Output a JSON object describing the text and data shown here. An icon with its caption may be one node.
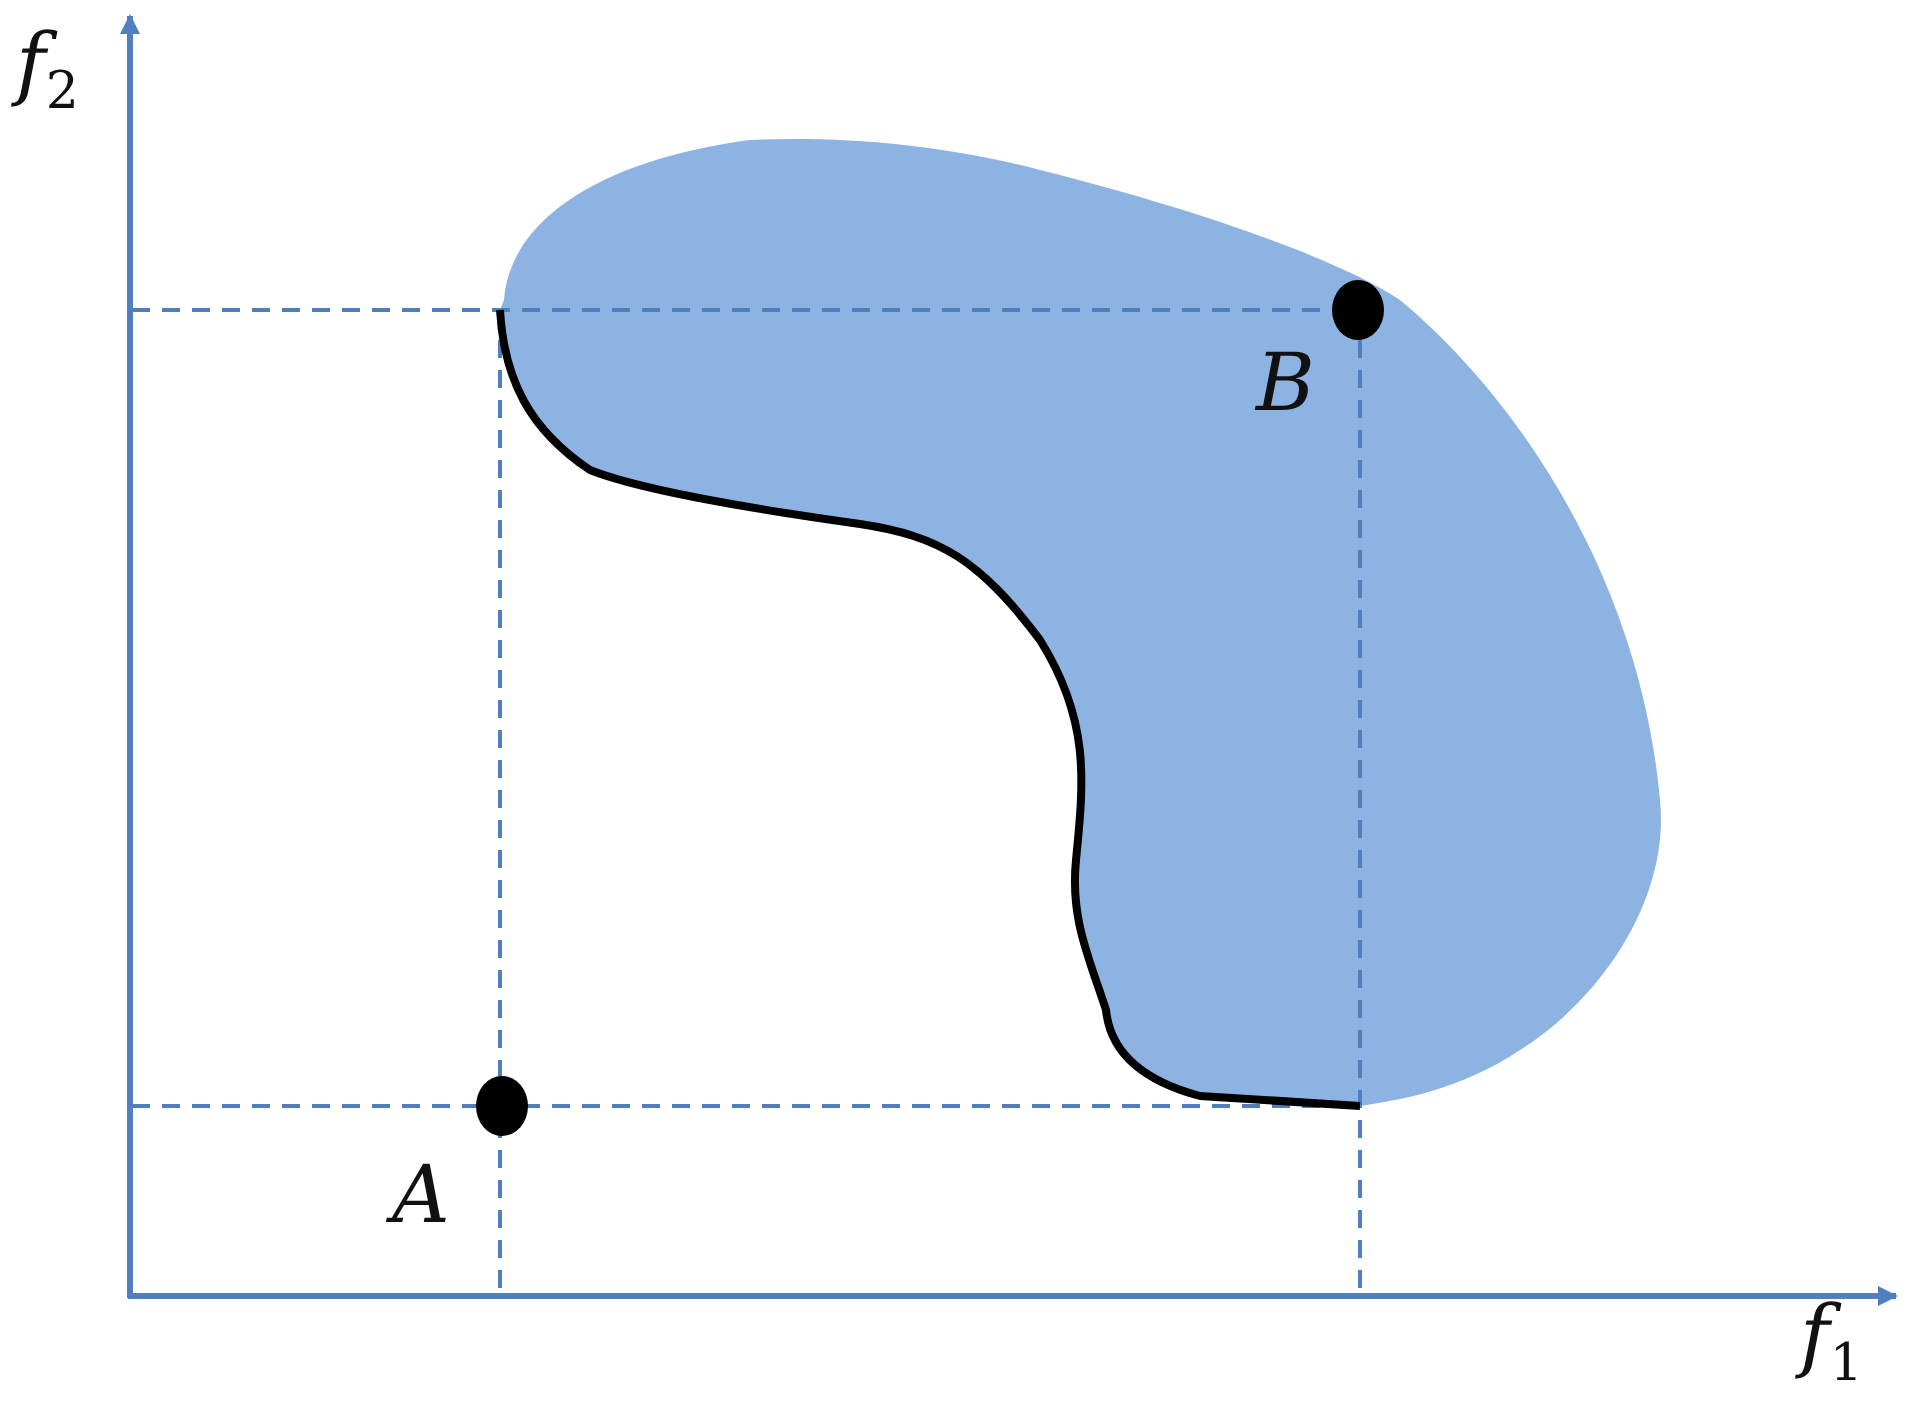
{
  "diagram": {
    "labels": [
      "f$_{2}$",
      "B",
      "A",
      "f$_{1}$"
    ]
  }
}
